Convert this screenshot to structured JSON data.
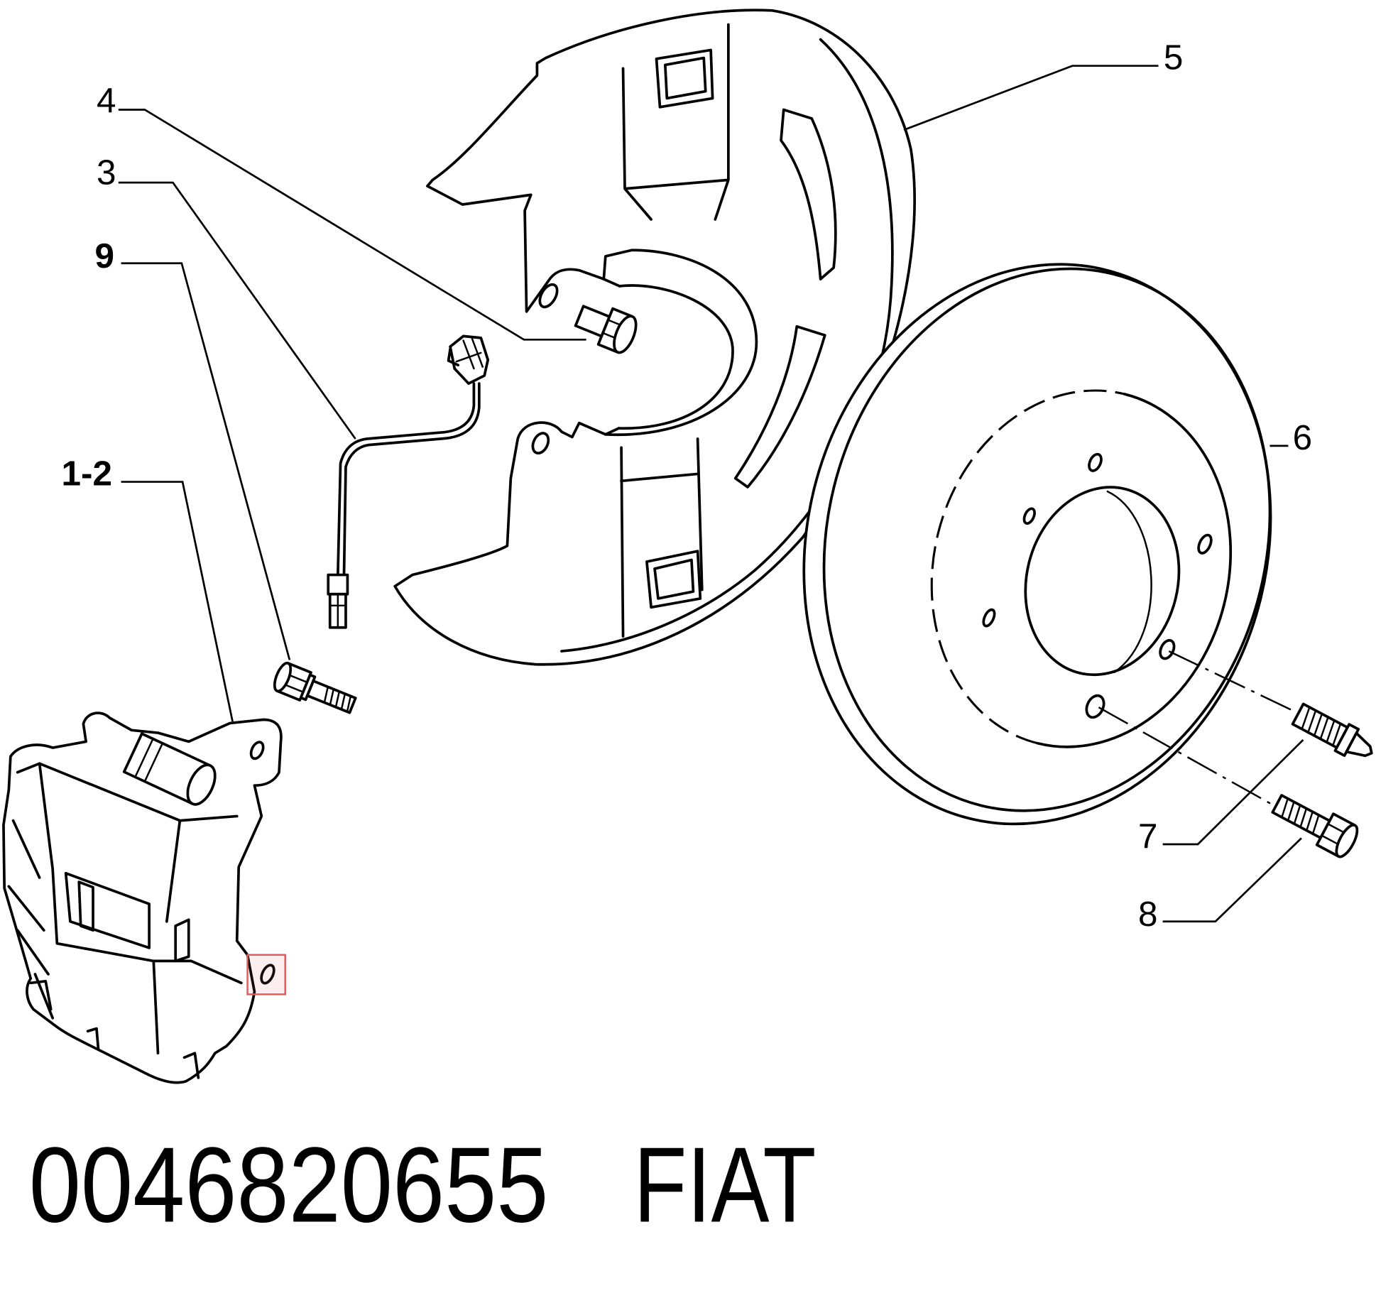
{
  "diagram": {
    "callouts": {
      "c1_2": "1-2",
      "c3": "3",
      "c4": "4",
      "c5": "5",
      "c6": "6",
      "c7": "7",
      "c8": "8",
      "c9": "9"
    },
    "part_number": "0046820655",
    "brand": "FIAT"
  },
  "colors": {
    "line": "#000000",
    "background": "#ffffff",
    "highlight": "#e05c5c"
  }
}
